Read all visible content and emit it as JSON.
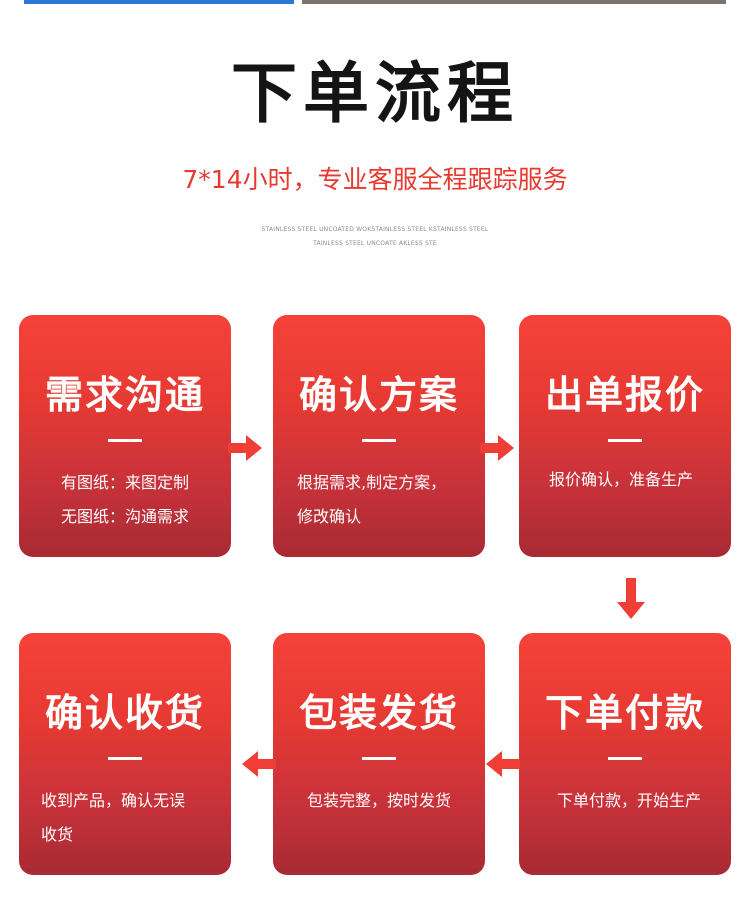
{
  "header": {
    "title": "下单流程",
    "subtitle": "7*14小时，专业客服全程跟踪服务",
    "fine_print_1": "STAINLESS STEEL UNCOATED WOKSTAINLESS STEEL KSTAINLESS STEEL",
    "fine_print_2": "TAINLESS STEEL UNCOATE AKLESS STE"
  },
  "steps": [
    {
      "title": "需求沟通",
      "lines": [
        "有图纸：来图定制",
        "无图纸：沟通需求"
      ]
    },
    {
      "title": "确认方案",
      "lines": [
        "根据需求,制定方案，",
        "修改确认"
      ]
    },
    {
      "title": "出单报价",
      "lines": [
        "报价确认，准备生产"
      ]
    },
    {
      "title": "下单付款",
      "lines": [
        "下单付款，开始生产"
      ]
    },
    {
      "title": "包装发货",
      "lines": [
        "包装完整，按时发货"
      ]
    },
    {
      "title": "确认收货",
      "lines": [
        "收到产品，确认无误",
        "收货"
      ]
    }
  ],
  "colors": {
    "accent": "#e8392f",
    "card_top": "#f5423a",
    "card_bottom": "#a82a33",
    "title": "#141414"
  },
  "icons": {
    "flow_arrow": "arrow-right-icon / arrow-down-icon / arrow-left-icon"
  }
}
